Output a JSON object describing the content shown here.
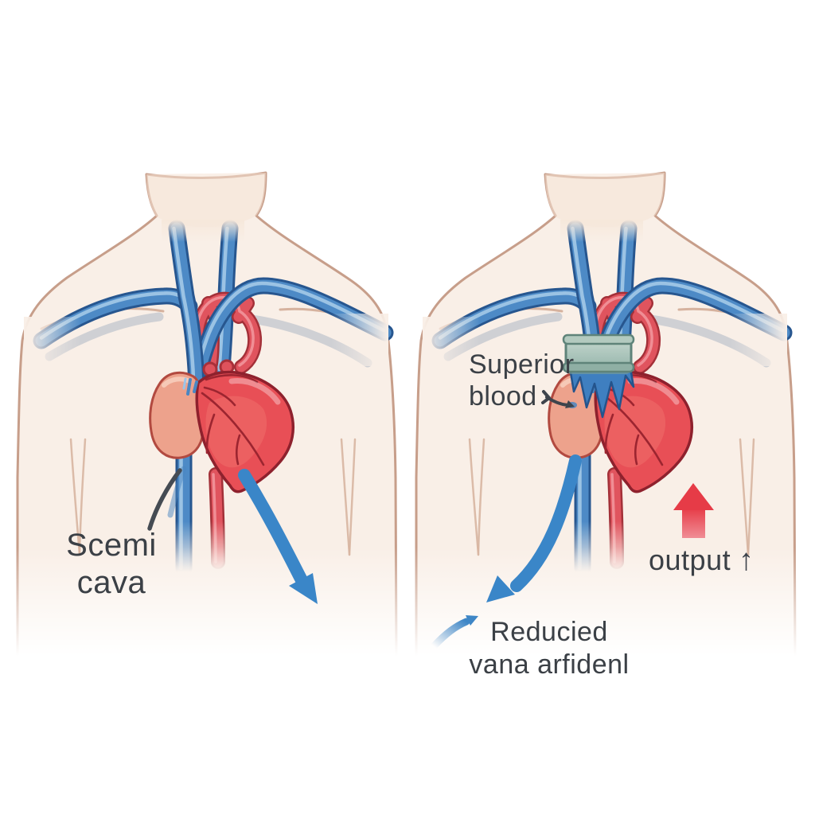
{
  "labels": {
    "left_caption": {
      "line1": "Scemi",
      "line2": "cava"
    },
    "superior": {
      "line1": "Superior",
      "line2": "blood"
    },
    "output": {
      "text": "output",
      "arrow_icon": "↑"
    },
    "reduced": {
      "line1": "Reducied",
      "line2": "vana arfidenl"
    }
  },
  "colors": {
    "body_fill": "#f9efe7",
    "body_outline": "#c79e8a",
    "vein_blue": "#4d8ac6",
    "vein_dark": "#27568f",
    "artery_red": "#e0545e",
    "heart_red": "#e84f56",
    "atrium_salmon": "#eda28c",
    "clamp_green": "#a3c2b8",
    "arrow_blue": "#3a86c8",
    "arrow_red": "#e63b47",
    "text_dark": "#3b4046"
  },
  "icons": {
    "up_arrow": "↑"
  }
}
